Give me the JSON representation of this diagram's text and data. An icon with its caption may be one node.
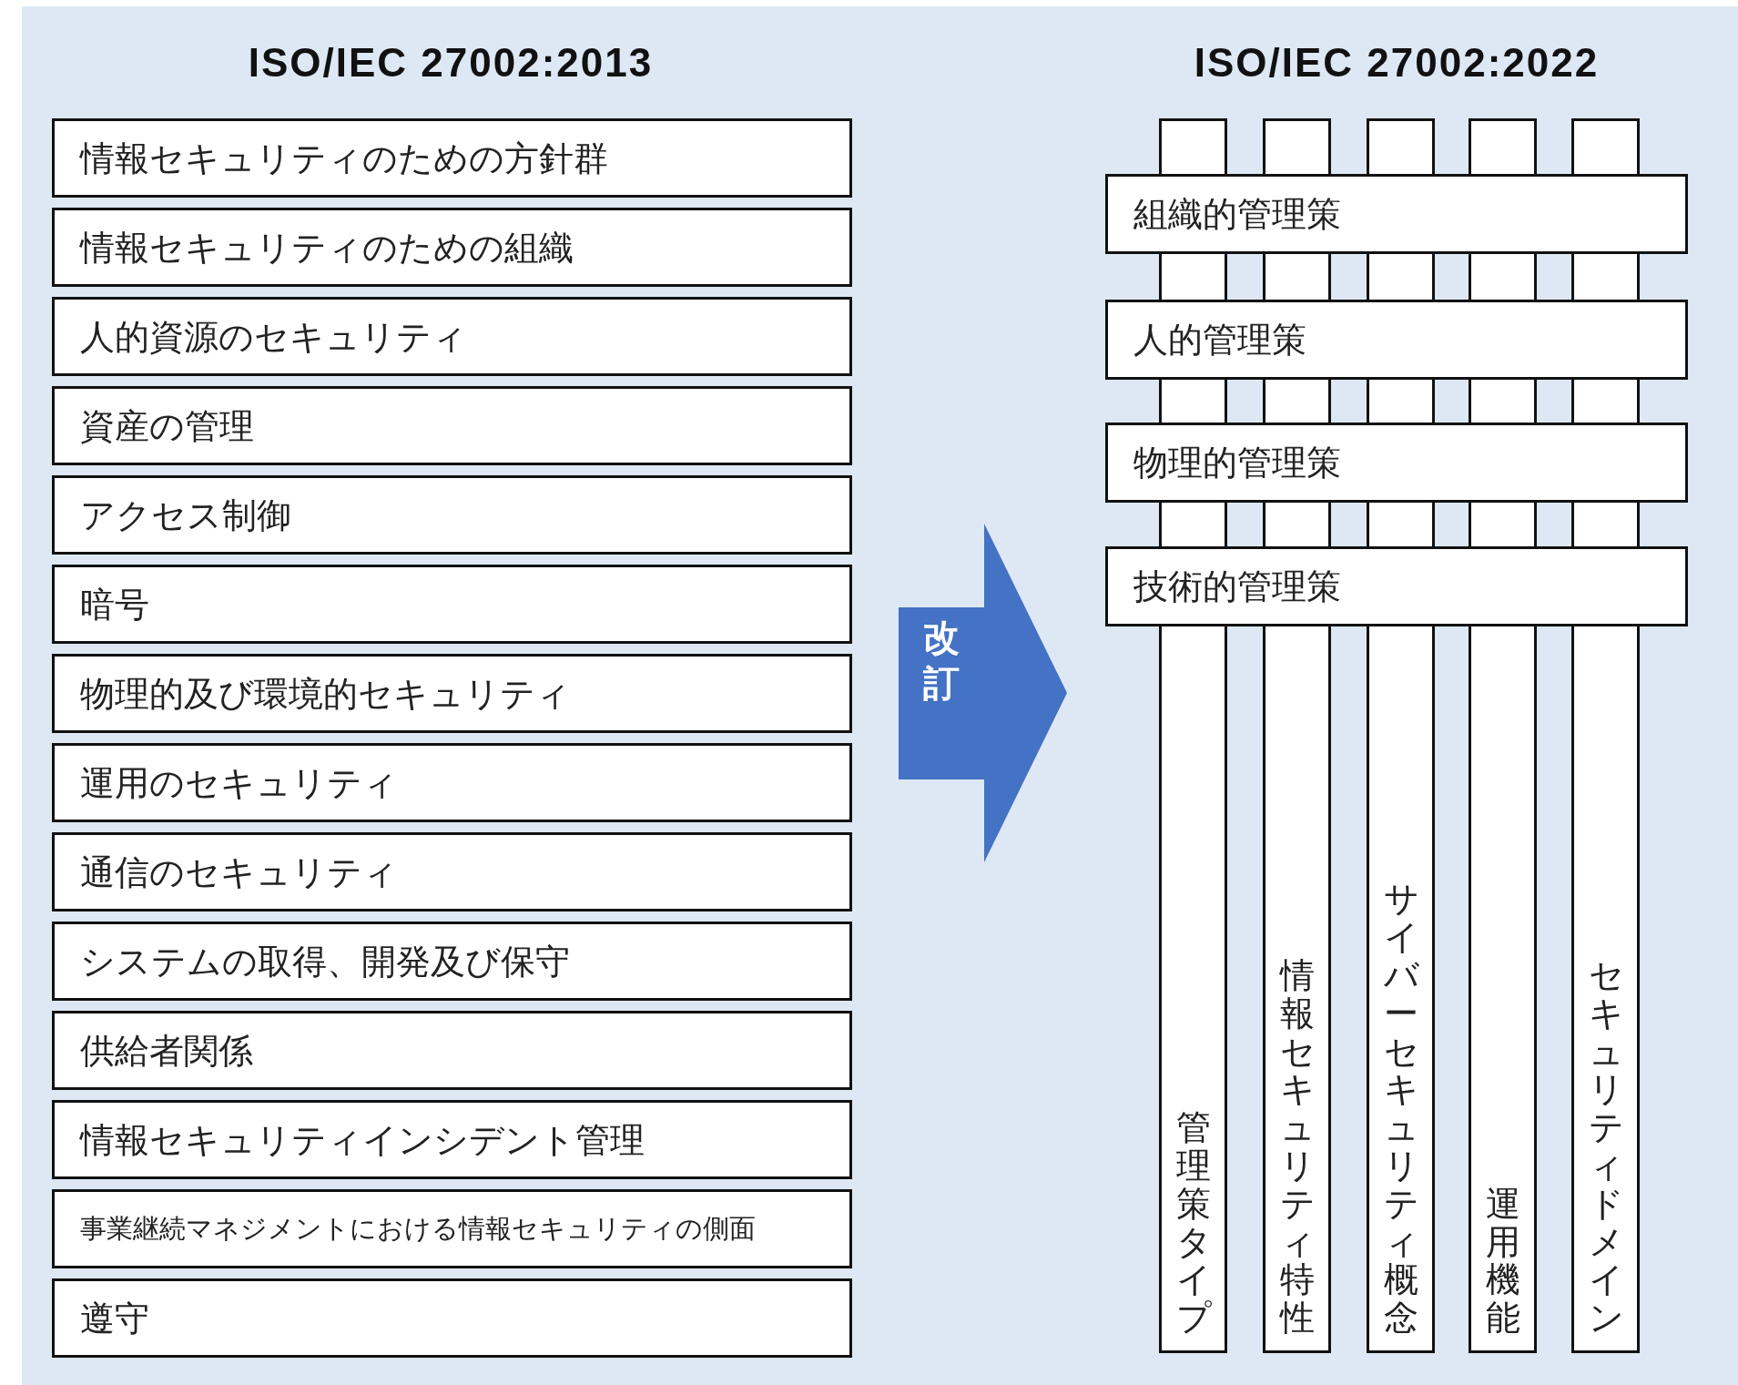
{
  "diagram": {
    "nodes": [
      {
        "text": [
          "情報セキュリティのための方針群"
        ]
      },
      {
        "text": [
          "情報セキュリティのための組織"
        ]
      },
      {
        "text": [
          "人的資源のセキュリティ"
        ]
      },
      {
        "text": [
          "資産の管理"
        ]
      },
      {
        "text": [
          "アクセス制御"
        ]
      },
      {
        "text": [
          "暗号"
        ]
      },
      {
        "text": [
          "物理的及び環境的セキュリティ"
        ]
      },
      {
        "text": [
          "運用のセキュリティ"
        ]
      },
      {
        "text": [
          "通信のセキュリティ"
        ]
      },
      {
        "text": [
          "システムの取得、開発及び保守"
        ]
      },
      {
        "text": [
          "供給者関係"
        ]
      },
      {
        "text": [
          "情報セキュリティインシデント管理"
        ]
      },
      {
        "text": [
          "事業継続マネジメントにおける情報セキュリティの側面"
        ]
      },
      {
        "text": [
          "遵守"
        ]
      },
      {
        "text": [
          "改訂"
        ]
      },
      {
        "text": [
          "組織的管理策"
        ]
      },
      {
        "text": [
          "人的管理策"
        ]
      },
      {
        "text": [
          "物理的管理策"
        ]
      },
      {
        "text": [
          "技術的管理策"
        ]
      },
      {
        "text": [
          "管理策タイプ"
        ]
      },
      {
        "text": [
          "情報セキュリティ特性"
        ]
      },
      {
        "text": [
          "サイバーセキュリティ概念"
        ]
      },
      {
        "text": [
          "運用機能"
        ]
      },
      {
        "text": [
          "セキュリティドメイン"
        ]
      }
    ],
    "labels": [
      "ISO/IEC 27002:2013",
      "ISO/IEC 27002:2022"
    ]
  }
}
